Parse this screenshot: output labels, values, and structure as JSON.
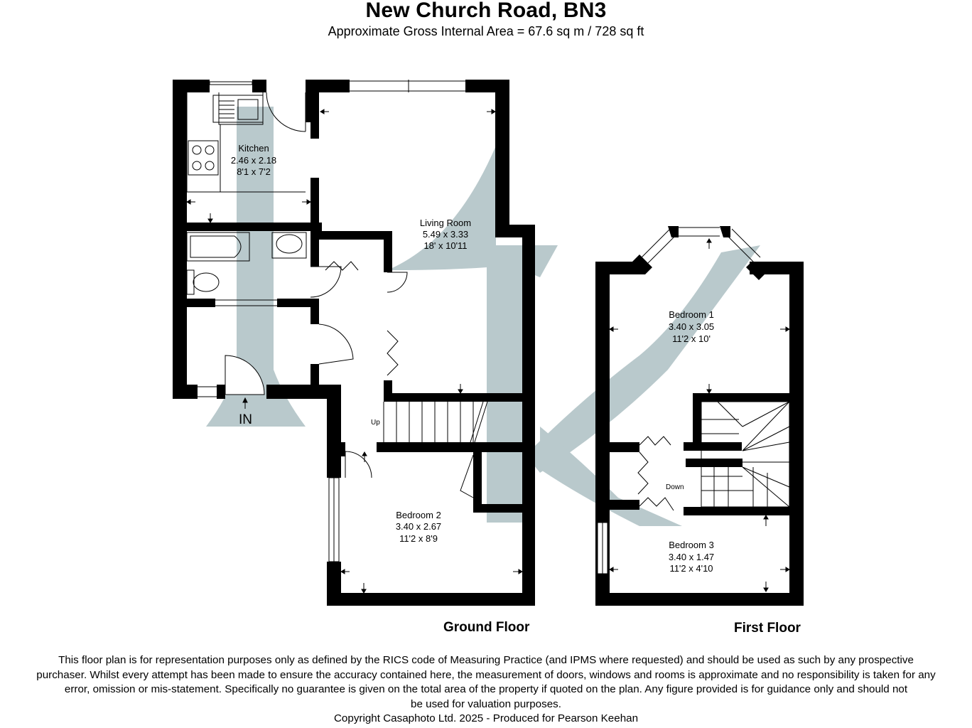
{
  "title": "New Church Road, BN3",
  "subtitle": "Approximate Gross Internal Area = 67.6 sq m / 728 sq ft",
  "rooms": {
    "kitchen": {
      "name": "Kitchen",
      "metric": "2.46 x 2.18",
      "imperial": "8'1 x 7'2"
    },
    "living_room": {
      "name": "Living Room",
      "metric": "5.49 x 3.33",
      "imperial": "18' x 10'11"
    },
    "bedroom2": {
      "name": "Bedroom 2",
      "metric": "3.40 x 2.67",
      "imperial": "11'2 x 8'9"
    },
    "bedroom1": {
      "name": "Bedroom 1",
      "metric": "3.40 x 3.05",
      "imperial": "11'2 x 10'"
    },
    "bedroom3": {
      "name": "Bedroom 3",
      "metric": "3.40 x 1.47",
      "imperial": "11'2 x 4'10"
    }
  },
  "stairs": {
    "up": "Up",
    "down": "Down"
  },
  "entrance": "IN",
  "floors": {
    "ground": "Ground Floor",
    "first": "First Floor"
  },
  "disclaimer": [
    "This floor plan is for representation purposes only as defined by the RICS code of Measuring Practice (and IPMS where requested) and should be used as such by any prospective",
    "purchaser. Whilst every attempt has been made to ensure the accuracy contained here, the measurement of doors, windows and rooms is approximate and no responsibility is taken for any",
    "error, omission or mis-statement. Specifically no guarantee is given on the total area of the property if quoted on the plan. Any figure provided is for guidance only and should not",
    "be used for valuation purposes."
  ],
  "copyright": "Copyright Casaphoto Ltd. 2025 - Produced for Pearson Keehan",
  "colors": {
    "wall": "#000000",
    "watermark": "#b9c9cc",
    "background": "#ffffff"
  },
  "watermark": "agent-logo-watermark"
}
